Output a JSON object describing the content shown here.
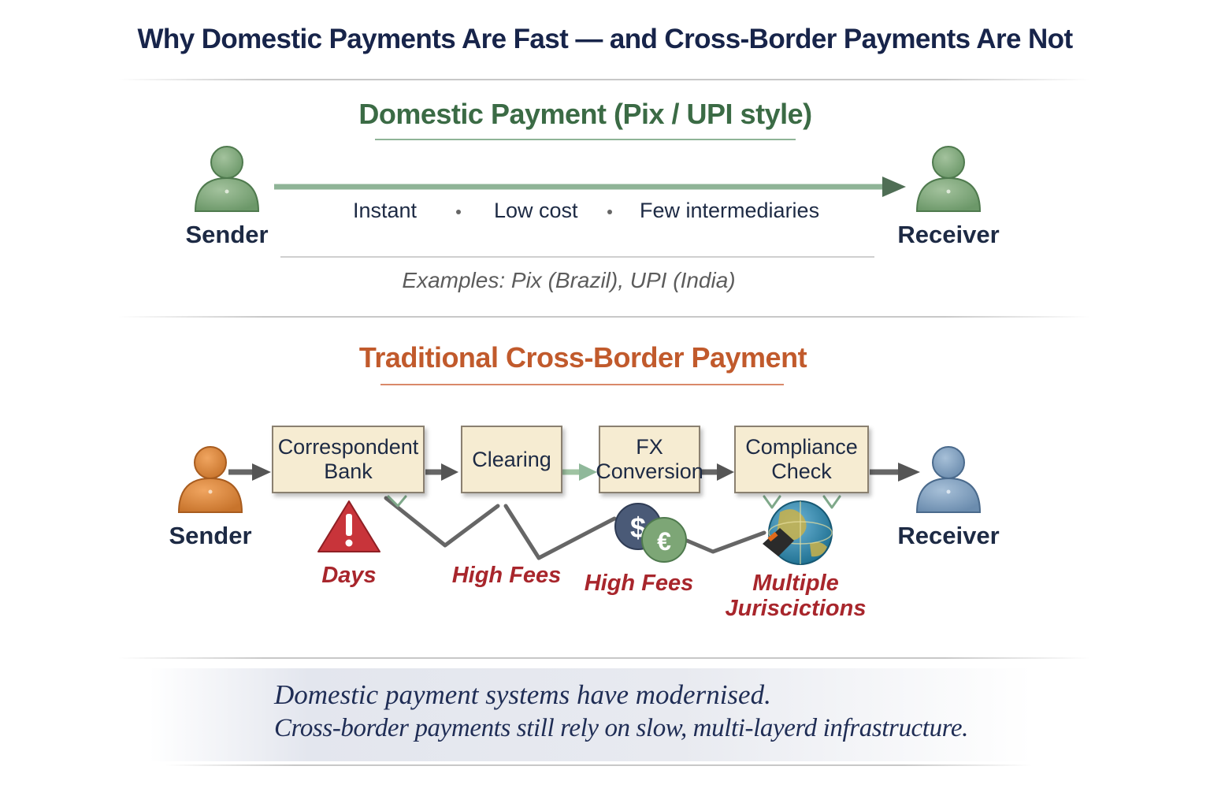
{
  "title": "Why Domestic Payments Are Fast — and Cross-Border Payments Are Not",
  "domestic": {
    "heading": "Domestic Payment (Pix / UPI style)",
    "sender": "Sender",
    "receiver": "Receiver",
    "features": [
      "Instant",
      "Low cost",
      "Few intermediaries"
    ],
    "examples": "Examples: Pix (Brazil), UPI (India)",
    "color": "#3b6b45"
  },
  "cross_border": {
    "heading": "Traditional Cross-Border Payment",
    "sender": "Sender",
    "receiver": "Receiver",
    "steps": [
      "Correspondent\nBank",
      "Clearing",
      "FX\nConversion",
      "Compliance\nCheck"
    ],
    "issues": [
      "Days",
      "High Fees",
      "High Fees",
      "Multiple\nJuriscictions"
    ],
    "icons": [
      "warning-icon",
      "currency-icon",
      "globe-icon"
    ],
    "color": "#c15a2c",
    "issue_color": "#a8262c"
  },
  "summary": {
    "line1": "Domestic payment systems have modernised.",
    "line2": "Cross-border payments still rely on slow, multi-layerd infrastructure."
  }
}
